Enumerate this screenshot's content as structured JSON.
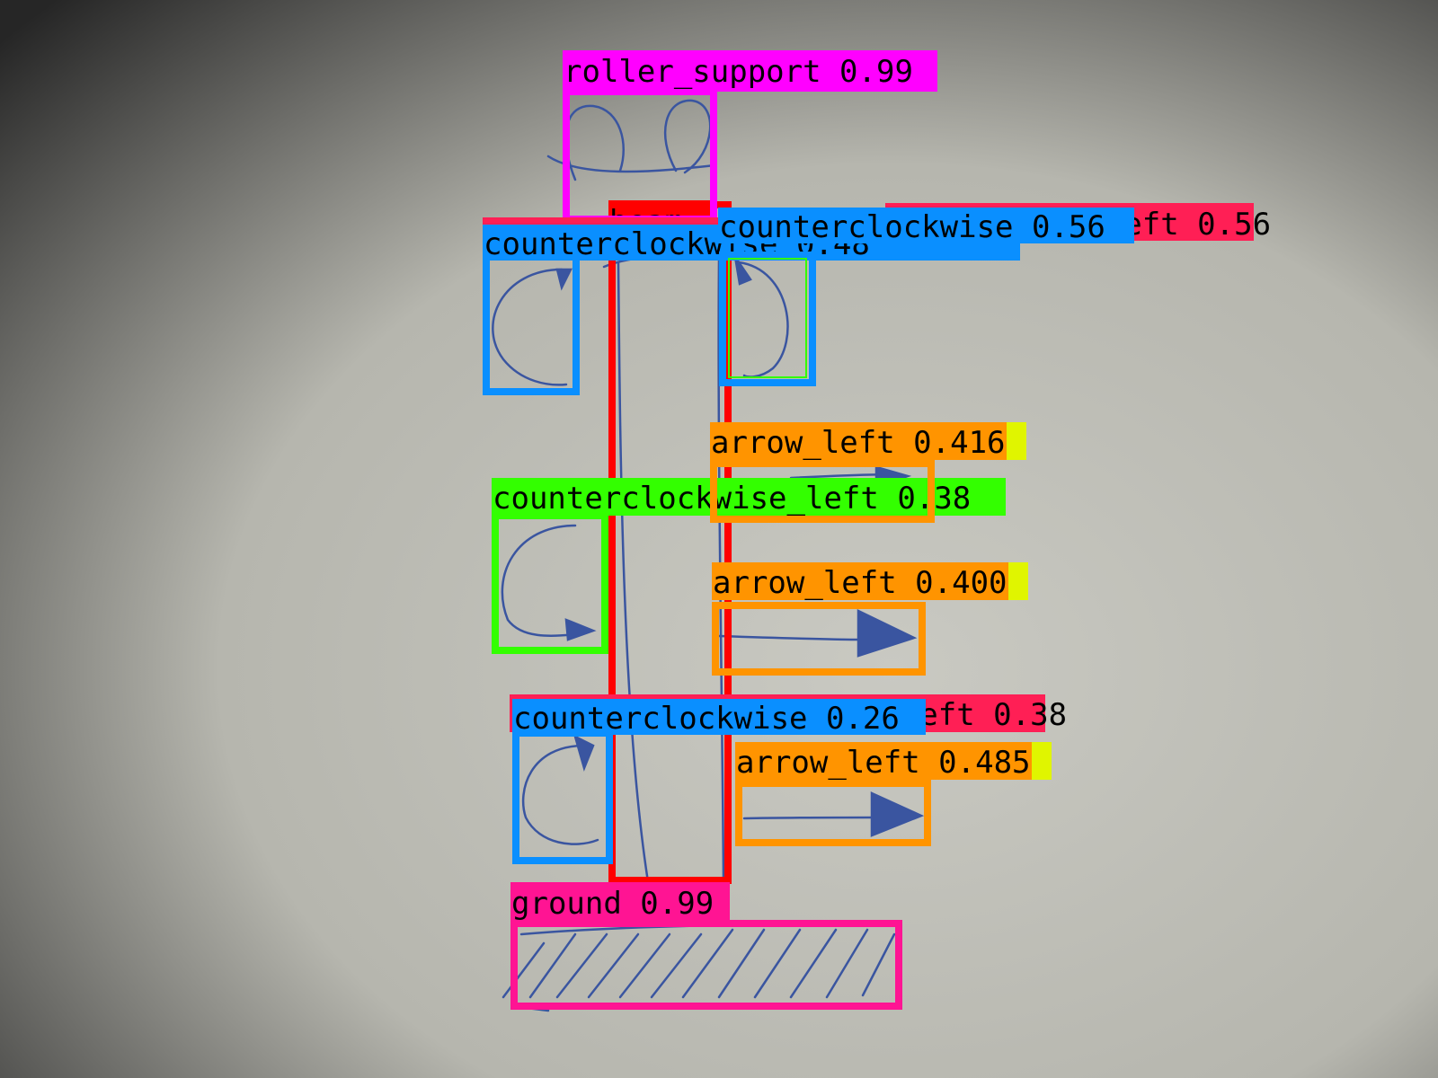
{
  "detections": [
    {
      "label": "roller_support 0.99",
      "color": "#ff00ff"
    },
    {
      "label": "beam",
      "color": "#ff0000"
    },
    {
      "label": "arrow_left 0.56",
      "color": "#ff1f55"
    },
    {
      "label": "counterclockwise 0.56",
      "color": "#0a8fff"
    },
    {
      "label": "counterclockwise 0.48",
      "color": "#0a8fff"
    },
    {
      "label": "counterclockwise_left 0.38",
      "color": "#33ff00"
    },
    {
      "label": "arrow_left 0.416",
      "color": "#ff9400"
    },
    {
      "label": "arrow_left 0.400",
      "color": "#ff9400"
    },
    {
      "label": "arrow_left 0.38",
      "color": "#ff1f55"
    },
    {
      "label": "counterclockwise 0.26",
      "color": "#0a8fff"
    },
    {
      "label": "arrow_left 0.485",
      "color": "#ff9400"
    },
    {
      "label": "ground 0.99",
      "color": "#ff1493"
    }
  ]
}
